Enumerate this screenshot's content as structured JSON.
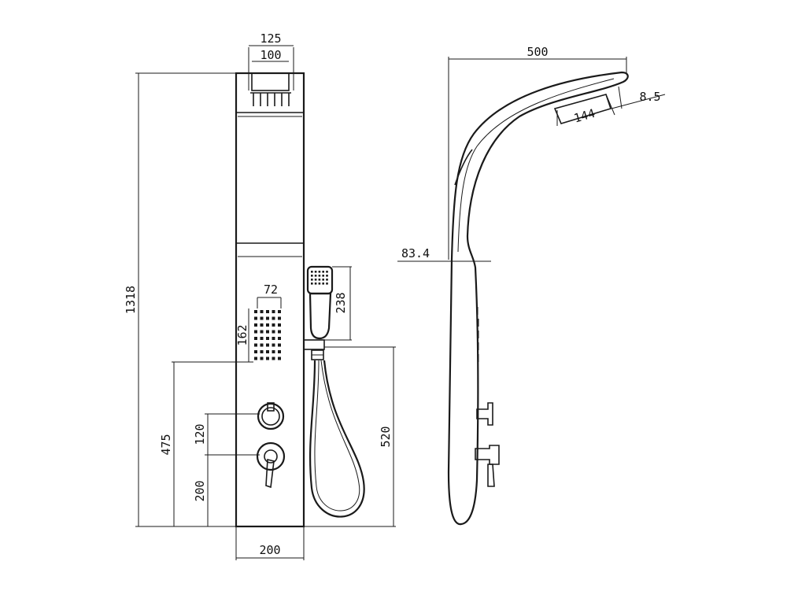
{
  "front_view": {
    "dims": {
      "top_outer_width": "125",
      "top_inner_width": "100",
      "overall_height": "1318",
      "body_shower_width": "72",
      "body_shower_height": "162",
      "handset_height": "238",
      "lower_height": "475",
      "valve_spacing": "120",
      "valve_from_bottom": "200",
      "holder_height": "520",
      "panel_width": "200"
    }
  },
  "side_view": {
    "dims": {
      "overall_depth": "500",
      "head_width": "144",
      "head_thickness": "8.5",
      "panel_thickness": "83.4"
    }
  }
}
